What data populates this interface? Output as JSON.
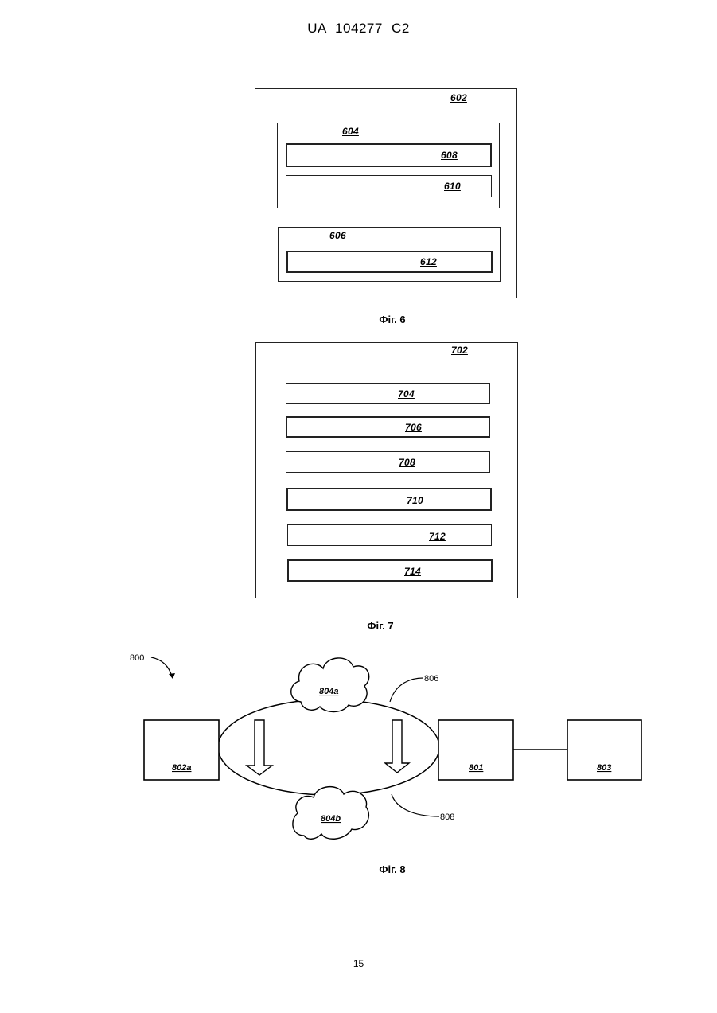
{
  "header": {
    "text": "UA  104277  C2"
  },
  "fig6": {
    "caption": "Фіг. 6",
    "labels": {
      "outer": "602",
      "group1": "604",
      "item1": "608",
      "item2": "610",
      "group2": "606",
      "item3": "612"
    }
  },
  "fig7": {
    "caption": "Фіг. 7",
    "labels": {
      "outer": "702",
      "item1": "704",
      "item2": "706",
      "item3": "708",
      "item4": "710",
      "item5": "712",
      "item6": "714"
    }
  },
  "fig8": {
    "caption": "Фіг. 8",
    "labels": {
      "ref": "800",
      "left_node": "802a",
      "center_node": "801",
      "right_node": "803",
      "cloud_top": "804a",
      "cloud_bottom": "804b",
      "upper_arc": "806",
      "lower_arc": "808"
    }
  },
  "page_number": "15"
}
